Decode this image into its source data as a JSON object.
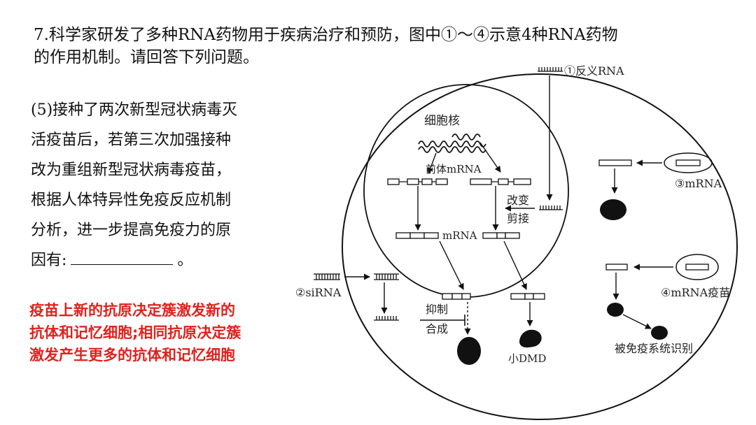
{
  "question": {
    "line1": "7.科学家研发了多种RNA药物用于疾病治疗和预防，图中①～④示意4种RNA药物",
    "line2": "的作用机制。请回答下列问题。"
  },
  "subquestion": {
    "lines": [
      "(5)接种了两次新型冠状病毒灭",
      "活疫苗后，若第三次加强接种",
      "改为重组新型冠状病毒疫苗，",
      "根据人体特异性免疫反应机制",
      "分析，进一步提高免疫力的原"
    ],
    "last_prefix": "因有:",
    "last_suffix": "。"
  },
  "answer": {
    "lines": [
      "疫苗上新的抗原决定簇激发新的",
      "抗体和记忆细胞;相同抗原决定簇",
      "激发产生更多的抗体和记忆细胞"
    ]
  },
  "diagram": {
    "nucleus": "细胞核",
    "pre_mrna": "前体mRNA",
    "mrna": "mRNA",
    "splice_1": "改变",
    "splice_2": "剪接",
    "antisense": "①反义RNA",
    "sirna": "②siRNA",
    "mrna_drug": "③mRNA",
    "vaccine": "④mRNA疫苗",
    "inhibit": "抑制",
    "synth": "合成",
    "small_dmd": "小DMD",
    "immune": "被免疫系统识别"
  }
}
